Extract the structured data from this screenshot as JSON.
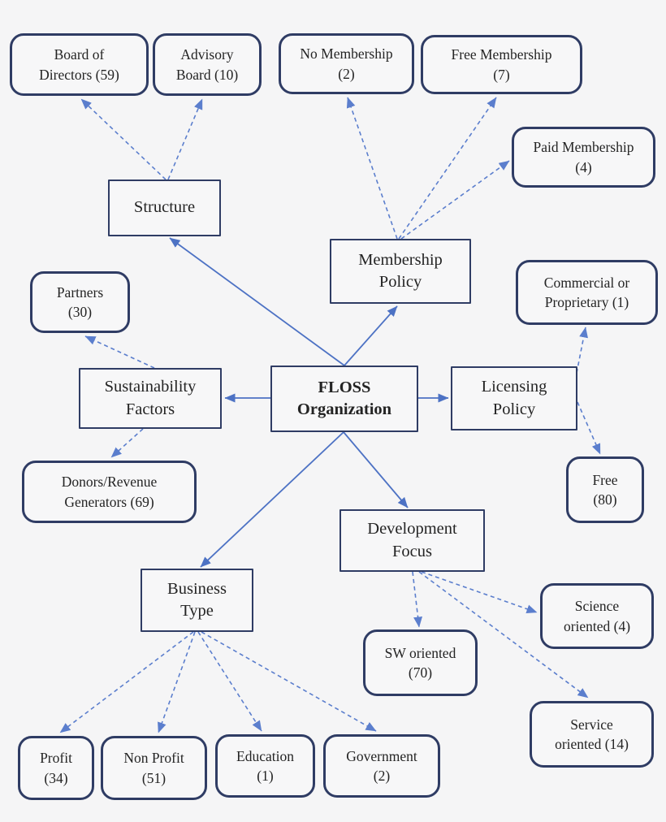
{
  "diagram": {
    "type": "concept-map",
    "root": "floss_organization",
    "nodes": {
      "floss_organization": {
        "label": "FLOSS\nOrganization",
        "role": "root"
      },
      "structure": {
        "label": "Structure",
        "role": "category"
      },
      "membership_policy": {
        "label": "Membership\nPolicy",
        "role": "category"
      },
      "sustainability_factors": {
        "label": "Sustainability\nFactors",
        "role": "category"
      },
      "licensing_policy": {
        "label": "Licensing\nPolicy",
        "role": "category"
      },
      "development_focus": {
        "label": "Development\nFocus",
        "role": "category"
      },
      "business_type": {
        "label": "Business\nType",
        "role": "category"
      },
      "board_of_directors": {
        "label": "Board of\nDirectors (59)",
        "count": 59,
        "role": "leaf"
      },
      "advisory_board": {
        "label": "Advisory\nBoard (10)",
        "count": 10,
        "role": "leaf"
      },
      "no_membership": {
        "label": "No Membership\n(2)",
        "count": 2,
        "role": "leaf"
      },
      "free_membership": {
        "label": "Free Membership\n(7)",
        "count": 7,
        "role": "leaf"
      },
      "paid_membership": {
        "label": "Paid Membership\n(4)",
        "count": 4,
        "role": "leaf"
      },
      "partners": {
        "label": "Partners\n(30)",
        "count": 30,
        "role": "leaf"
      },
      "commercial_or_proprietary": {
        "label": "Commercial or\nProprietary (1)",
        "count": 1,
        "role": "leaf"
      },
      "free": {
        "label": "Free\n(80)",
        "count": 80,
        "role": "leaf"
      },
      "donors_revenue_generators": {
        "label": "Donors/Revenue\nGenerators (69)",
        "count": 69,
        "role": "leaf"
      },
      "sw_oriented": {
        "label": "SW oriented\n(70)",
        "count": 70,
        "role": "leaf"
      },
      "science_oriented": {
        "label": "Science\noriented (4)",
        "count": 4,
        "role": "leaf"
      },
      "service_oriented": {
        "label": "Service\noriented (14)",
        "count": 14,
        "role": "leaf"
      },
      "profit": {
        "label": "Profit\n(34)",
        "count": 34,
        "role": "leaf"
      },
      "non_profit": {
        "label": "Non Profit\n(51)",
        "count": 51,
        "role": "leaf"
      },
      "education": {
        "label": "Education\n(1)",
        "count": 1,
        "role": "leaf"
      },
      "government": {
        "label": "Government\n(2)",
        "count": 2,
        "role": "leaf"
      }
    },
    "edges": [
      {
        "from": "floss_organization",
        "to": "structure",
        "style": "solid"
      },
      {
        "from": "floss_organization",
        "to": "membership_policy",
        "style": "solid"
      },
      {
        "from": "floss_organization",
        "to": "sustainability_factors",
        "style": "solid"
      },
      {
        "from": "floss_organization",
        "to": "licensing_policy",
        "style": "solid"
      },
      {
        "from": "floss_organization",
        "to": "business_type",
        "style": "solid"
      },
      {
        "from": "floss_organization",
        "to": "development_focus",
        "style": "solid"
      },
      {
        "from": "structure",
        "to": "board_of_directors",
        "style": "dashed"
      },
      {
        "from": "structure",
        "to": "advisory_board",
        "style": "dashed"
      },
      {
        "from": "membership_policy",
        "to": "no_membership",
        "style": "dashed"
      },
      {
        "from": "membership_policy",
        "to": "free_membership",
        "style": "dashed"
      },
      {
        "from": "membership_policy",
        "to": "paid_membership",
        "style": "dashed"
      },
      {
        "from": "sustainability_factors",
        "to": "partners",
        "style": "dashed"
      },
      {
        "from": "sustainability_factors",
        "to": "donors_revenue_generators",
        "style": "dashed"
      },
      {
        "from": "licensing_policy",
        "to": "commercial_or_proprietary",
        "style": "dashed"
      },
      {
        "from": "licensing_policy",
        "to": "free",
        "style": "dashed"
      },
      {
        "from": "development_focus",
        "to": "sw_oriented",
        "style": "dashed"
      },
      {
        "from": "development_focus",
        "to": "science_oriented",
        "style": "dashed"
      },
      {
        "from": "development_focus",
        "to": "service_oriented",
        "style": "dashed"
      },
      {
        "from": "business_type",
        "to": "profit",
        "style": "dashed"
      },
      {
        "from": "business_type",
        "to": "non_profit",
        "style": "dashed"
      },
      {
        "from": "business_type",
        "to": "education",
        "style": "dashed"
      },
      {
        "from": "business_type",
        "to": "government",
        "style": "dashed"
      }
    ],
    "colors": {
      "background": "#f5f5f6",
      "box_border": "#2f3c64",
      "solid_arrow": "#4d72c4",
      "dashed_arrow": "#5b7ecd",
      "text": "#242424"
    }
  }
}
